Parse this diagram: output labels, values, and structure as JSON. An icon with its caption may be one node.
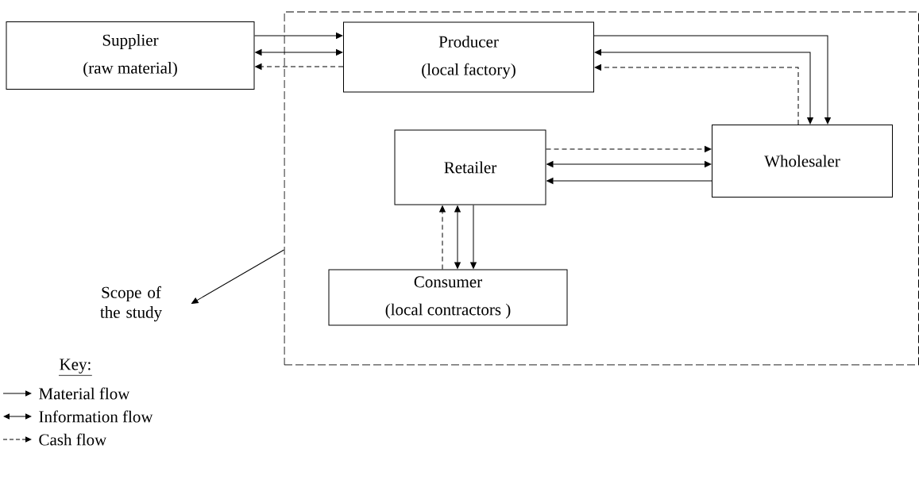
{
  "diagram": {
    "nodes": [
      {
        "text": [
          "Supplier",
          "(raw material)"
        ]
      },
      {
        "text": [],
        "shape": "box"
      },
      {
        "text": [
          "Producer",
          "(local factory)"
        ],
        "in": 1
      },
      {
        "text": [
          "Wholesaler"
        ],
        "in": 1
      },
      {
        "text": [
          "Retailer"
        ],
        "in": 1
      },
      {
        "text": [
          "Consumer",
          "(local contractors )"
        ],
        "in": 1
      },
      {
        "text": [
          "Scope of the study"
        ]
      }
    ],
    "edges": [
      {
        "from": 0,
        "to": 2,
        "arrow": "to"
      },
      {
        "from": 0,
        "to": 2,
        "arrow": "both"
      },
      {
        "from": 2,
        "to": 0,
        "arrow": "to",
        "style": "dashed"
      },
      {
        "from": 2,
        "to": 3,
        "arrow": "to"
      },
      {
        "from": 2,
        "to": 3,
        "arrow": "both"
      },
      {
        "from": 3,
        "to": 2,
        "arrow": "to",
        "style": "dashed"
      },
      {
        "from": 4,
        "to": 3,
        "arrow": "to",
        "style": "dashed"
      },
      {
        "from": 4,
        "to": 3,
        "arrow": "both"
      },
      {
        "from": 3,
        "to": 4,
        "arrow": "to"
      },
      {
        "from": 5,
        "to": 4,
        "arrow": "to",
        "style": "dashed"
      },
      {
        "from": 4,
        "to": 5,
        "arrow": "both"
      },
      {
        "from": 4,
        "to": 5,
        "arrow": "to"
      },
      {
        "from": 1,
        "to": 6,
        "arrow": "to"
      }
    ],
    "labels": [
      "Key:"
    ],
    "legend": [
      {
        "text": "Material flow"
      },
      {
        "text": "Information flow"
      },
      {
        "text": "Cash flow"
      }
    ]
  }
}
